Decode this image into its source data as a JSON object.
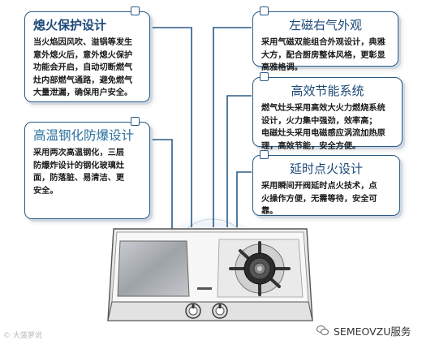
{
  "cards": {
    "fire": {
      "title": "熄火保护设计",
      "lines": [
        "当火焰因风吹、溢锅等发生",
        "意外熄火后，意外熄火保护",
        "功能会开启，自动切断燃气",
        "灶内部燃气通路，避免燃气",
        "大量泄漏，确保用户安全。"
      ]
    },
    "glass": {
      "title": "高温钢化防爆设计",
      "lines": [
        "采用两次高温钢化，三层",
        "防爆炸设计的钢化玻璃灶",
        "面，防落脏、易清洁、更",
        "安全。"
      ]
    },
    "look": {
      "title": "左磁右气外观",
      "lines": [
        "采用气磁双能组合外观设计，典雅",
        "大方，配合厨房整体风格，更彰显",
        "高雅格调。"
      ]
    },
    "save": {
      "title": "高效节能系统",
      "lines": [
        "燃气灶头采用高效大火力燃烧系统",
        "设计，火力集中强劲，效率高；",
        "电磁灶头采用电磁感应涡流加热原",
        "理，高效节能，安全方便。"
      ]
    },
    "delay": {
      "title": "延时点火设计",
      "lines": [
        "采用瞬间开阀延时点火技术，点",
        "火操作方便，无需等待，安全可",
        "靠。"
      ]
    }
  },
  "footer": {
    "left": "© 大菠萝说",
    "right": "SEMEOVZU服务"
  },
  "colors": {
    "border": "#2b5a85",
    "title": "#1d4a78",
    "accent": "#2a6f9e"
  }
}
